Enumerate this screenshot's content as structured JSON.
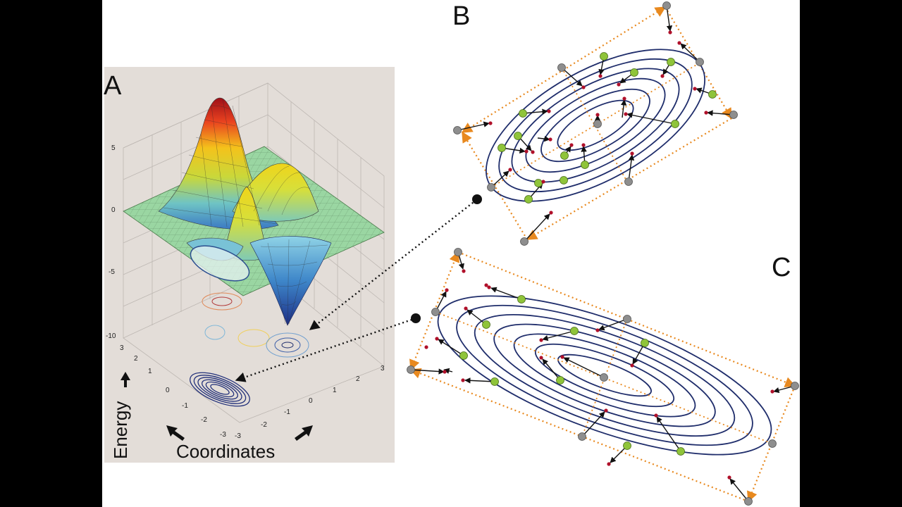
{
  "panels": {
    "a_label": "A",
    "b_label": "B",
    "c_label": "C"
  },
  "axes": {
    "energy_label": "Energy",
    "coordinates_label": "Coordinates",
    "energy_ticks": [
      "5",
      "0",
      "-5",
      "-10"
    ],
    "coord_ticks_left": [
      "3",
      "2",
      "1",
      "0",
      "-1",
      "-2",
      "-3"
    ],
    "coord_ticks_right": [
      "-3",
      "-2",
      "-1",
      "0",
      "1",
      "2",
      "3"
    ]
  },
  "colors": {
    "background_bar": "#000000",
    "panel_a_bg": "#e3ddd8",
    "contour": "#1f2d6b",
    "green_node": "#8fc43a",
    "gray_node": "#8e8e8e",
    "red_dot": "#b0102a",
    "orange_arrow": "#e8891f",
    "surface_top": "#b0161c",
    "surface_mid": "#f2d81b",
    "surface_low": "#2a4fa0",
    "plateau": "#8fd19a"
  }
}
